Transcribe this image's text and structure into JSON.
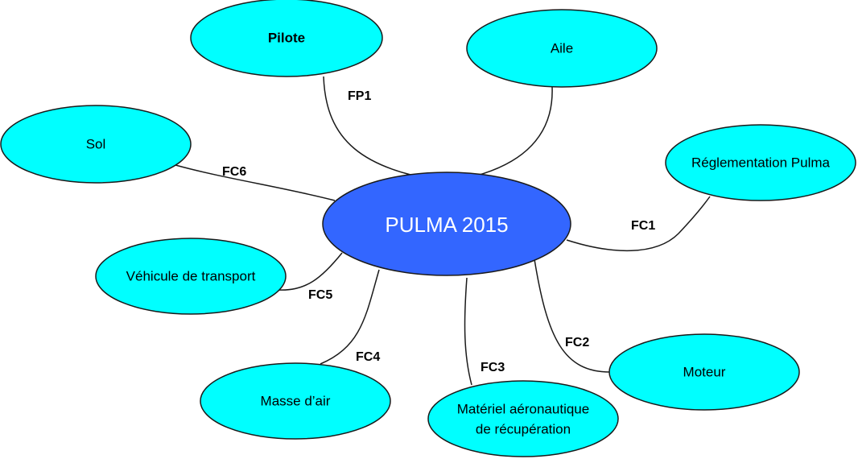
{
  "center": {
    "label": "PULMA 2015",
    "fill": "#3366FF"
  },
  "node_fill": "#00FFFF",
  "nodes": {
    "pilote": "Pilote",
    "aile": "Aile",
    "sol": "Sol",
    "reglementation": "Réglementation Pulma",
    "vehicule": "Véhicule de transport",
    "masse_air": "Masse d’air",
    "materiel_line1": "Matériel aéronautique",
    "materiel_line2": "de récupération",
    "moteur": "Moteur"
  },
  "functions": {
    "fp1": "FP1",
    "fc1": "FC1",
    "fc2": "FC2",
    "fc3": "FC3",
    "fc4": "FC4",
    "fc5": "FC5",
    "fc6": "FC6"
  }
}
